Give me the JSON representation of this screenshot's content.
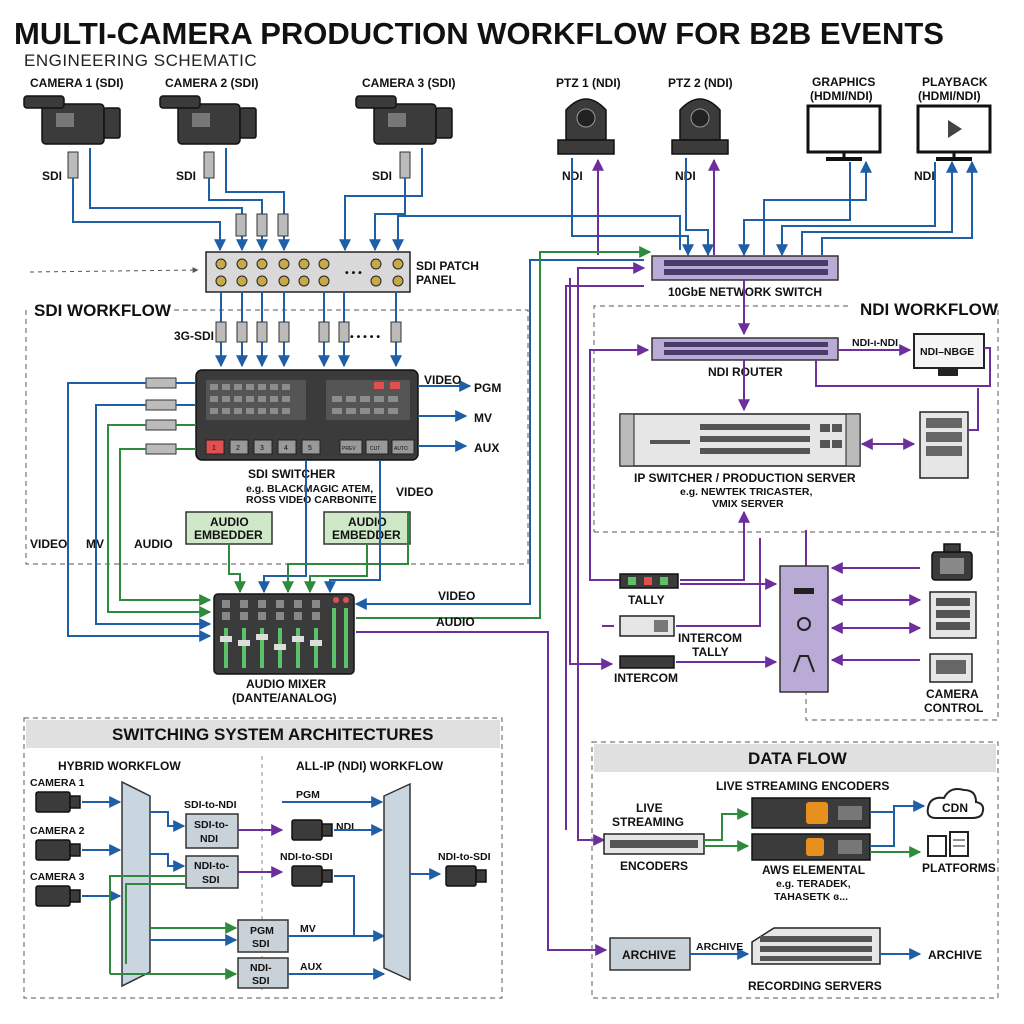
{
  "header": {
    "title": "MULTI-CAMERA PRODUCTION WORKFLOW FOR B2B EVENTS",
    "subtitle": "ENGINEERING SCHEMATIC"
  },
  "sources": {
    "cam1": "CAMERA 1 (SDI)",
    "cam2": "CAMERA 2 (SDI)",
    "cam3": "CAMERA 3 (SDI)",
    "ptz1": "PTZ 1 (NDI)",
    "ptz2": "PTZ 2 (NDI)",
    "graphics_1": "GRAPHICS",
    "graphics_2": "(HDMI/NDI)",
    "playback_1": "PLAYBACK",
    "playback_2": "(HDMI/NDI)",
    "sdi": "SDI",
    "ndi": "NDI"
  },
  "patch": {
    "label_1": "SDI PATCH",
    "label_2": "PANEL",
    "dots": "• • •"
  },
  "network": {
    "switch": "10GbE NETWORK SWITCH",
    "router": "NDI ROUTER",
    "ndi_link": "NDI-ι-NDI",
    "ndi_bridge": "NDI–NBGE"
  },
  "sdi_section": {
    "title": "SDI WORKFLOW",
    "g3sdi": "3G-SDI",
    "dots": "• • • • •",
    "switcher_1": "SDI SWITCHER",
    "switcher_2": "e.g. BLACKMAGIC ATEM,",
    "switcher_3": "ROSS VIDEO CARBONITE",
    "out_video": "VIDEO",
    "out_pgm": "PGM",
    "out_mv": "MV",
    "out_aux": "AUX",
    "embedder_1": "AUDIO",
    "embedder_2": "EMBEDDER",
    "video": "VIDEO",
    "mv": "MV",
    "audio": "AUDIO",
    "btn1": "1",
    "btn2": "2",
    "btn3": "3",
    "btn4": "4",
    "btn5": "5",
    "btn6": "PREV",
    "btn7": "CUT",
    "btn8": "AUTO"
  },
  "mixer": {
    "label_1": "AUDIO MIXER",
    "label_2": "(DANTE/ANALOG)",
    "video": "VIDEO",
    "audio": "AUDIO"
  },
  "ndi_section": {
    "title": "NDI WORKFLOW",
    "server_1": "IP SWITCHER / PRODUCTION SERVER",
    "server_2": "e.g. NEWTEK TRICASTER,",
    "server_3": "VMIX SERVER",
    "tally": "TALLY",
    "intercom_tally_1": "INTERCOM",
    "intercom_tally_2": "TALLY",
    "intercom": "INTERCOM",
    "camera_control_1": "CAMERA",
    "camera_control_2": "CONTROL"
  },
  "arch": {
    "title": "SWITCHING SYSTEM ARCHITECTURES",
    "hybrid": "HYBRID WORKFLOW",
    "allip": "ALL-IP (NDI) WORKFLOW",
    "cam1": "CAMERA 1",
    "cam2": "CAMERA 2",
    "cam3": "CAMERA 3",
    "sdi_to_ndi_lbl": "SDI-to-NDI",
    "box1_1": "SDI-to-",
    "box1_2": "NDI",
    "box2_1": "NDI-to-",
    "box2_2": "SDI",
    "box3_1": "PGM",
    "box3_2": "SDI",
    "box4_1": "NDI-",
    "box4_2": "SDI",
    "pgm": "PGM",
    "ndi": "NDI",
    "ndi_to_sdi": "NDI-to-SDI",
    "mv": "MV",
    "aux": "AUX",
    "ndi_to_sdi_out": "NDI-to-SDI"
  },
  "dataflow": {
    "title": "DATA FLOW",
    "encoders_title": "LIVE STREAMING ENCODERS",
    "live_1": "LIVE",
    "live_2": "STREAMING",
    "encoders": "ENCODERS",
    "aws_1": "AWS ELEMENTAL",
    "aws_2": "e.g. TERADEK,",
    "aws_3": "TAHASETK ɞ...",
    "cdn": "CDN",
    "platforms": "PLATFORMS",
    "archive_box": "ARCHIVE",
    "archive_arrow": "ARCHIVE",
    "archive_out": "ARCHIVE",
    "recording": "RECORDING SERVERS"
  },
  "colors": {
    "sdi_link": "#1f5fa6",
    "audio_link": "#2e8b3e",
    "network_link": "#6d2f9c",
    "router": "#b9aad6",
    "embedder": "#cfe8c8"
  }
}
